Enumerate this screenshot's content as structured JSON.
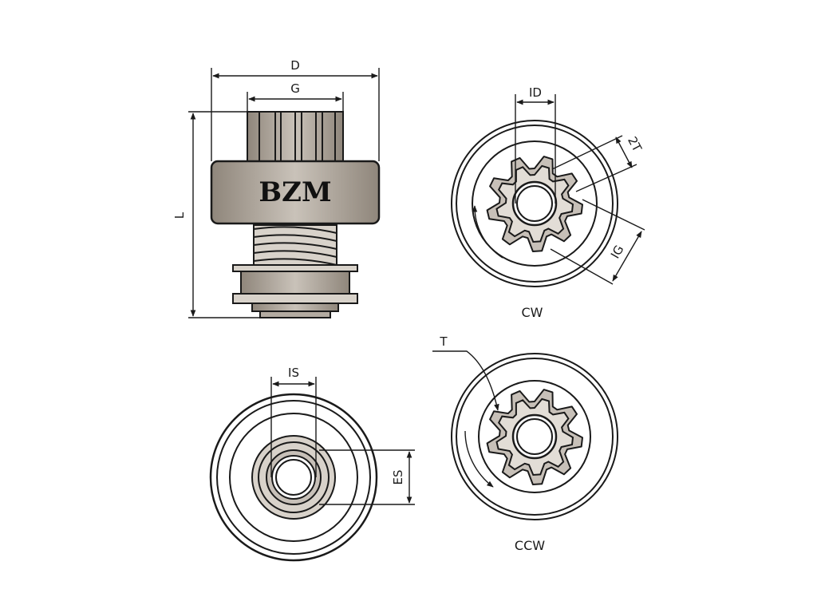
{
  "side_view": {
    "brand": "BZM",
    "dim_d": "D",
    "dim_g": "G",
    "dim_l": "L"
  },
  "cw_view": {
    "label": "CW",
    "dim_id": "ID",
    "dim_2t": "2T",
    "dim_ig": "IG"
  },
  "is_view": {
    "dim_is": "IS",
    "dim_es": "ES"
  },
  "ccw_view": {
    "label": "CCW",
    "dim_t": "T"
  },
  "colors": {
    "stroke": "#1a1a1a",
    "body_fill": "#a39a8f",
    "body_fill_light": "#c7c0b8",
    "background": "#ffffff"
  }
}
